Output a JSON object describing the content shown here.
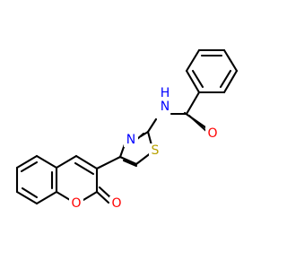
{
  "molecule": {
    "atoms": {
      "amide_nitrogen": "N",
      "amide_hydrogen": "H",
      "carbonyl_oxygen": "O",
      "thiazole_nitrogen": "N",
      "thiazole_sulfur": "S",
      "ring_oxygen": "O",
      "lactone_oxygen": "O"
    },
    "colors": {
      "bond": "#000000",
      "nitrogen": "#0000ff",
      "oxygen": "#ff0000",
      "sulfur": "#b8a100"
    }
  }
}
